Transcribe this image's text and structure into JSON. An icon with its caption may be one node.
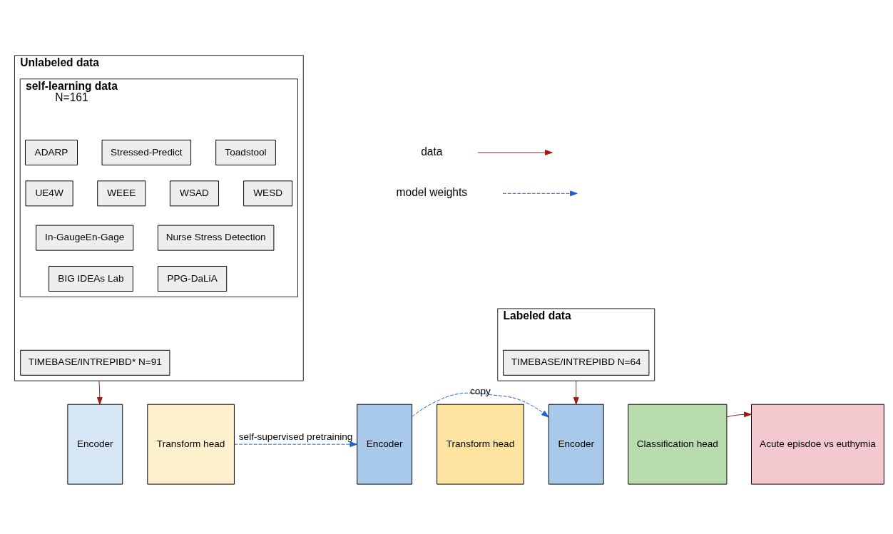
{
  "diagram": {
    "nodes": [
      {
        "text": [
          "Unlabeled data"
        ]
      },
      {
        "text": [
          "self-learning data",
          "N=161"
        ],
        "in": 0
      },
      {
        "text": [
          "ADARP"
        ],
        "in": 1
      },
      {
        "text": [
          "Stressed-Predict"
        ],
        "in": 1
      },
      {
        "text": [
          "Toadstool"
        ],
        "in": 1
      },
      {
        "text": [
          "UE4W"
        ],
        "in": 1
      },
      {
        "text": [
          "WEEE"
        ],
        "in": 1
      },
      {
        "text": [
          "WSAD"
        ],
        "in": 1
      },
      {
        "text": [
          "WESD"
        ],
        "in": 1
      },
      {
        "text": [
          "In-GaugeEn-Gage"
        ],
        "in": 1
      },
      {
        "text": [
          "Nurse Stress Detection"
        ],
        "in": 1
      },
      {
        "text": [
          "BIG IDEAs Lab"
        ],
        "in": 1
      },
      {
        "text": [
          "PPG-DaLiA"
        ],
        "in": 1
      },
      {
        "text": [
          "TIMEBASE/INTREPIBD* N=91"
        ],
        "in": 0
      },
      {
        "text": [
          "Labeled data"
        ]
      },
      {
        "text": [
          "TIMEBASE/INTREPIBD N=64"
        ],
        "in": 14
      },
      {
        "text": [
          "Encoder"
        ]
      },
      {
        "text": [
          "Transform head"
        ]
      },
      {
        "text": [
          "Encoder"
        ]
      },
      {
        "text": [
          "Transform head"
        ]
      },
      {
        "text": [
          "Encoder"
        ]
      },
      {
        "text": [
          "Classification head"
        ]
      },
      {
        "text": [
          "Acute episdoe vs euthymia"
        ]
      }
    ],
    "edges": [
      {
        "from": 0,
        "to": 16,
        "arrow": "to"
      },
      {
        "from": 17,
        "to": 18,
        "arrow": "to",
        "label": "self-supervised pretraining",
        "style": "dashed",
        "color": "#1f5fd6"
      },
      {
        "from": 18,
        "to": 20,
        "arrow": "to",
        "label": "copy",
        "style": "dashed",
        "color": "#1f5fd6"
      },
      {
        "from": 14,
        "to": 20,
        "arrow": "to"
      },
      {
        "from": 21,
        "to": 22,
        "arrow": "to"
      }
    ],
    "legend": [
      {
        "text": "data"
      },
      {
        "text": "model weights"
      }
    ]
  }
}
